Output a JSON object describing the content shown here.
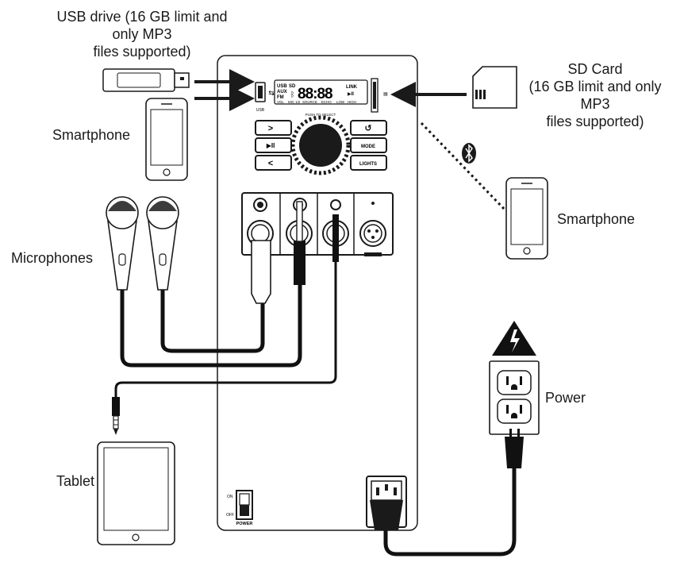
{
  "labels": {
    "usb_drive": [
      "USB drive (16 GB limit and",
      "only MP3",
      "files supported)"
    ],
    "sd_card": [
      "SD Card",
      "(16 GB limit and only",
      "MP3",
      "files supported)"
    ],
    "smartphone_wired": "Smartphone",
    "smartphone_bluetooth": "Smartphone",
    "microphones": "Microphones",
    "tablet": "Tablet",
    "power": "Power"
  },
  "panel": {
    "display_digits": "88:88",
    "display_left": [
      "USB",
      "AUX",
      "FM"
    ],
    "display_sd": "SD",
    "display_right": [
      "LINK",
      "▶II"
    ],
    "display_bottom": [
      "VOL",
      "MIC 1/2",
      "SOURCE",
      "ECHO",
      "LOW",
      "HIGH"
    ],
    "knob_caption": "PUSH TO SELECT",
    "usb_port_label": "USB",
    "button_play": "▶II",
    "button_mode": "MODE",
    "button_lights": "LIGHTS",
    "switch_on": "ON",
    "switch_off": "OFF",
    "power_switch_label": "POWER"
  },
  "colors": {
    "outline": "#1a1a1a",
    "cable": "#111111",
    "device_fill": "#ffffff",
    "warning_fill": "#111111"
  }
}
